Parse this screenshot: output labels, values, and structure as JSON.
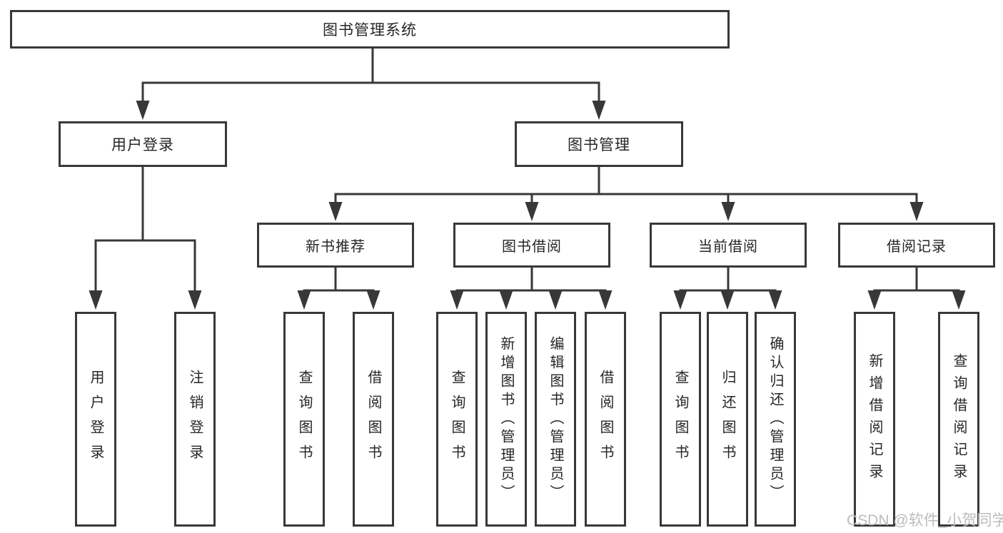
{
  "diagram": {
    "root": "图书管理系统",
    "level2": {
      "user_login": {
        "label": "用户登录",
        "children": [
          "用户登录",
          "注销登录"
        ]
      },
      "book_management": {
        "label": "图书管理",
        "children": [
          {
            "label": "新书推荐",
            "children": [
              "查询图书",
              "借阅图书"
            ]
          },
          {
            "label": "图书借阅",
            "children": [
              "查询图书",
              "新增图书（管理员）",
              "编辑图书（管理员）",
              "借阅图书"
            ]
          },
          {
            "label": "当前借阅",
            "children": [
              "查询图书",
              "归还图书",
              "确认归还（管理员）"
            ]
          },
          {
            "label": "借阅记录",
            "children": [
              "新增借阅记录",
              "查询借阅记录"
            ]
          }
        ]
      }
    },
    "watermark": "CSDN @软件_小贺同学",
    "colors": {
      "line": "#383838",
      "box_border": "#383838",
      "text": "#262626",
      "watermark": "#bcbcbc",
      "background": "#ffffff"
    }
  }
}
